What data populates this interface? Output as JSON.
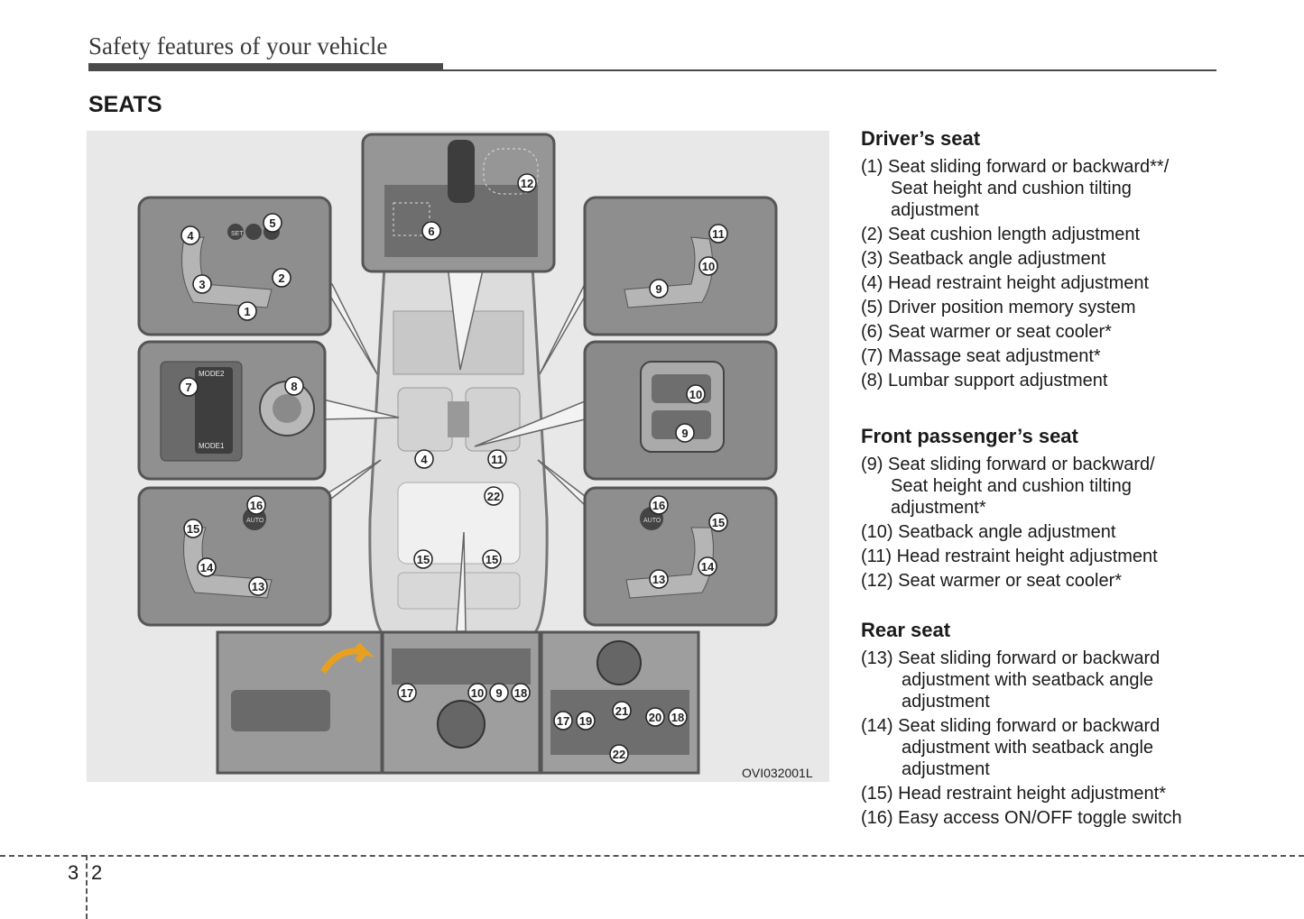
{
  "header": {
    "title": "Safety features of your vehicle"
  },
  "section": {
    "heading": "SEATS"
  },
  "figure": {
    "code": "OVI032001L",
    "callouts": [
      "1",
      "2",
      "3",
      "4",
      "5",
      "6",
      "7",
      "8",
      "9",
      "10",
      "11",
      "12",
      "13",
      "14",
      "15",
      "16",
      "17",
      "18",
      "19",
      "20",
      "21",
      "22"
    ],
    "panel_labels": {
      "mode2": "MODE2",
      "mode1": "MODE1",
      "auto": "AUTO",
      "set": "SET"
    }
  },
  "groups": [
    {
      "heading": "Driver’s seat",
      "items": [
        {
          "num": "(1)",
          "lines": [
            "Seat sliding forward or backward**/",
            "Seat height and cushion tilting",
            "adjustment"
          ]
        },
        {
          "num": "(2)",
          "lines": [
            "Seat cushion length adjustment"
          ]
        },
        {
          "num": "(3)",
          "lines": [
            "Seatback angle adjustment"
          ]
        },
        {
          "num": "(4)",
          "lines": [
            "Head restraint height adjustment"
          ]
        },
        {
          "num": "(5)",
          "lines": [
            "Driver position memory system"
          ]
        },
        {
          "num": "(6)",
          "lines": [
            "Seat warmer or seat cooler*"
          ]
        },
        {
          "num": "(7)",
          "lines": [
            "Massage seat adjustment*"
          ]
        },
        {
          "num": "(8)",
          "lines": [
            "Lumbar support adjustment"
          ]
        }
      ]
    },
    {
      "heading": "Front passenger’s seat",
      "items": [
        {
          "num": "(9)",
          "lines": [
            "Seat sliding forward or backward/",
            "Seat height and cushion tilting",
            "adjustment*"
          ]
        },
        {
          "num": "(10)",
          "lines": [
            "Seatback angle adjustment"
          ]
        },
        {
          "num": "(11)",
          "lines": [
            "Head restraint height adjustment"
          ]
        },
        {
          "num": "(12)",
          "lines": [
            "Seat warmer or seat cooler*"
          ]
        }
      ]
    },
    {
      "heading": "Rear seat",
      "items": [
        {
          "num": "(13)",
          "lines": [
            "Seat sliding forward or backward",
            "adjustment with seatback angle",
            "adjustment"
          ]
        },
        {
          "num": "(14)",
          "lines": [
            "Seat sliding forward or backward",
            "adjustment with seatback angle",
            "adjustment"
          ]
        },
        {
          "num": "(15)",
          "lines": [
            "Head restraint height adjustment*"
          ]
        },
        {
          "num": "(16)",
          "lines": [
            "Easy access ON/OFF toggle switch"
          ]
        }
      ]
    }
  ],
  "footer": {
    "chapter": "3",
    "page": "2"
  }
}
